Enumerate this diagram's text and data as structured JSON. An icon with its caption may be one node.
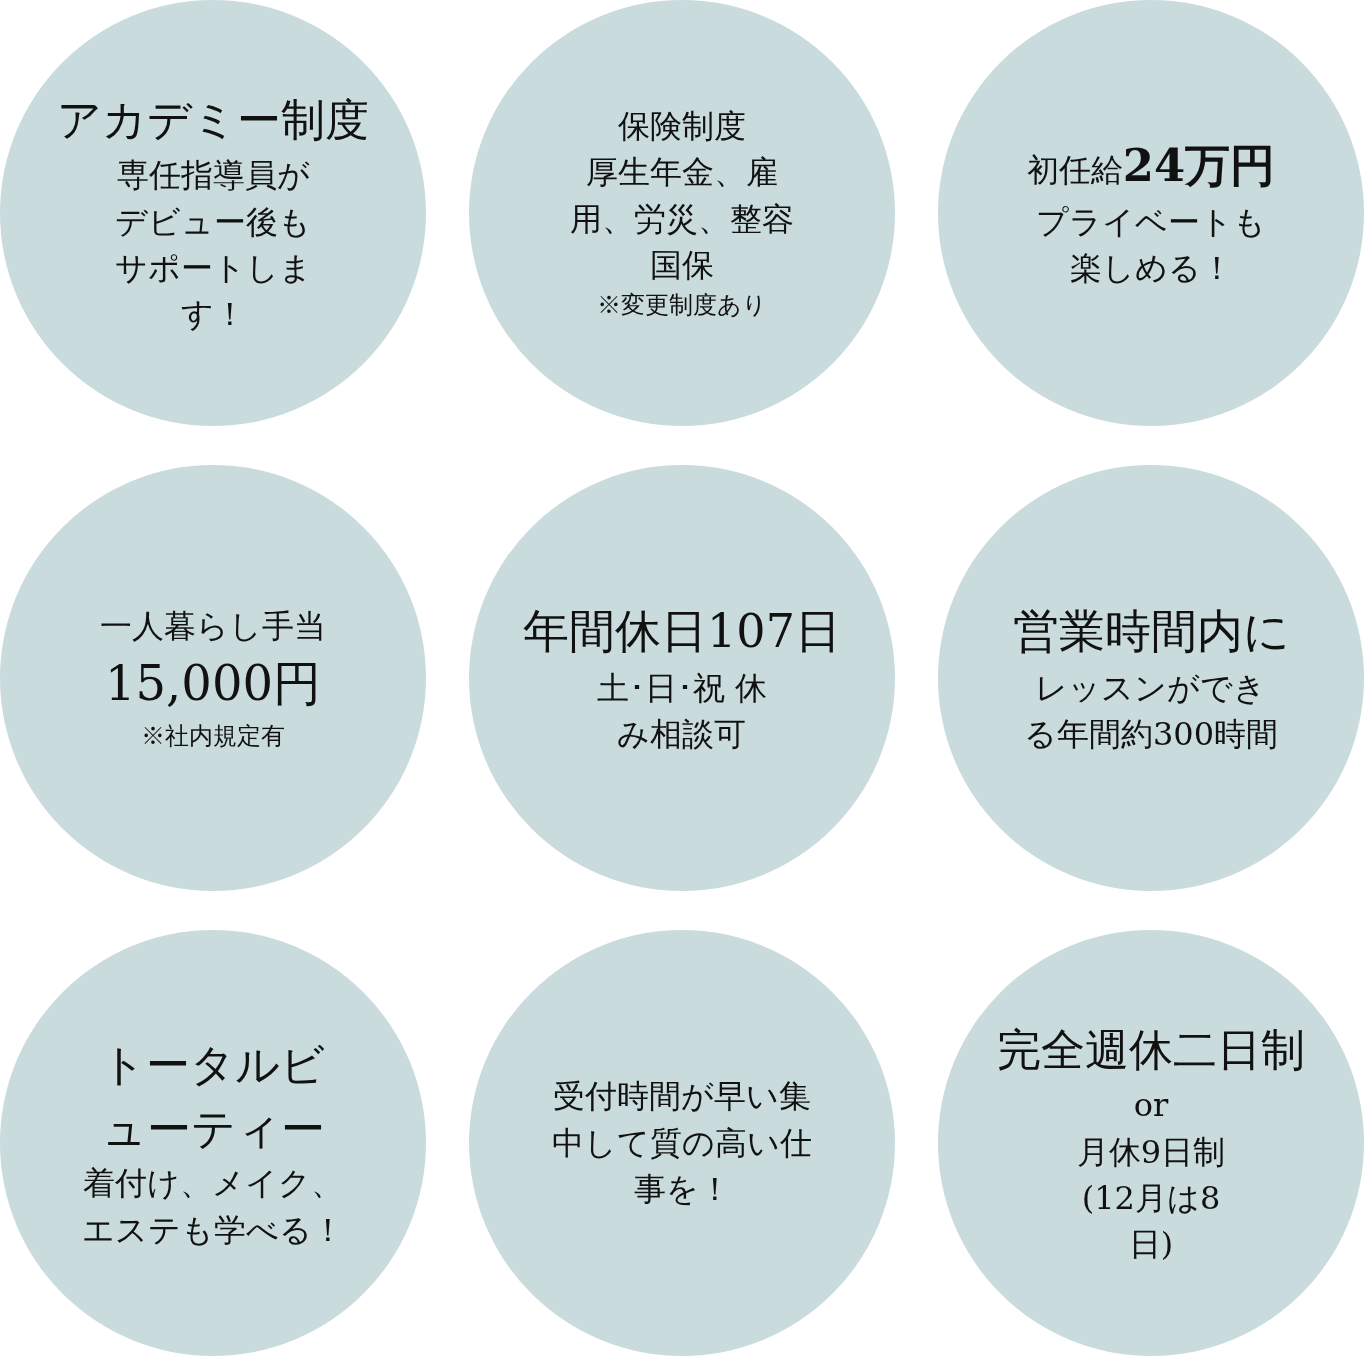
{
  "diagram": {
    "nodes": [
      {
        "text": [
          "アカデミー制度",
          "専任指導員がデビュー後もサポートします！"
        ]
      },
      {
        "text": [
          "保険制度",
          "厚生年金、雇用、労災、整容国保",
          "※変更制度あり"
        ]
      },
      {
        "text": [
          "初任給**24万円**",
          "プライベートも楽しめる！"
        ]
      },
      {
        "text": [
          "一人暮らし手当",
          "15,000円",
          "※社内規定有"
        ]
      },
      {
        "text": [
          "年間休日107日",
          "土･日･祝 休み相談可"
        ]
      },
      {
        "text": [
          "営業時間内に",
          "レッスンができる年間約300時間"
        ]
      },
      {
        "text": [
          "トータルビューティー",
          "着付け、メイク、エステも学べる！"
        ]
      },
      {
        "text": [
          "受付時間が早い集中して質の高い仕事を！"
        ]
      },
      {
        "text": [
          "完全週休二日制",
          "or",
          "月休9日制(12月は8日)"
        ]
      }
    ]
  }
}
